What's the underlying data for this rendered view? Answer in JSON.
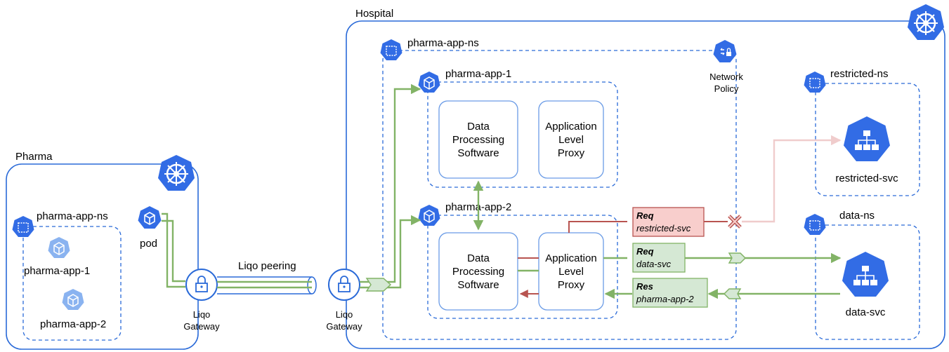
{
  "clusters": {
    "pharma": {
      "label": "Pharma"
    },
    "hospital": {
      "label": "Hospital"
    }
  },
  "pharma_side": {
    "namespace": "pharma-app-ns",
    "apps": [
      "pharma-app-1",
      "pharma-app-2"
    ],
    "pod": "pod",
    "gateway": [
      "Liqo",
      "Gateway"
    ]
  },
  "peering": {
    "label": "Liqo peering"
  },
  "hospital_side": {
    "gateway": [
      "Liqo",
      "Gateway"
    ],
    "namespace": "pharma-app-ns",
    "network_policy": [
      "Network",
      "Policy"
    ],
    "app1": {
      "label": "pharma-app-1",
      "dps": [
        "Data",
        "Processing",
        "Software"
      ],
      "proxy": [
        "Application",
        "Level",
        "Proxy"
      ]
    },
    "app2": {
      "label": "pharma-app-2",
      "dps": [
        "Data",
        "Processing",
        "Software"
      ],
      "proxy": [
        "Application",
        "Level",
        "Proxy"
      ]
    },
    "restricted_ns": {
      "label": "restricted-ns",
      "svc": "restricted-svc"
    },
    "data_ns": {
      "label": "data-ns",
      "svc": "data-svc"
    }
  },
  "messages": [
    {
      "title": "Req",
      "body": "restricted-svc",
      "color": "#f8cecc",
      "border": "#b85450"
    },
    {
      "title": "Req",
      "body": "data-svc",
      "color": "#d5e8d4",
      "border": "#82b366"
    },
    {
      "title": "Res",
      "body": "pharma-app-2",
      "color": "#d5e8d4",
      "border": "#82b366"
    }
  ],
  "colors": {
    "kube_blue": "#326ce5",
    "allowed": "#82b366",
    "denied": "#b85450"
  }
}
